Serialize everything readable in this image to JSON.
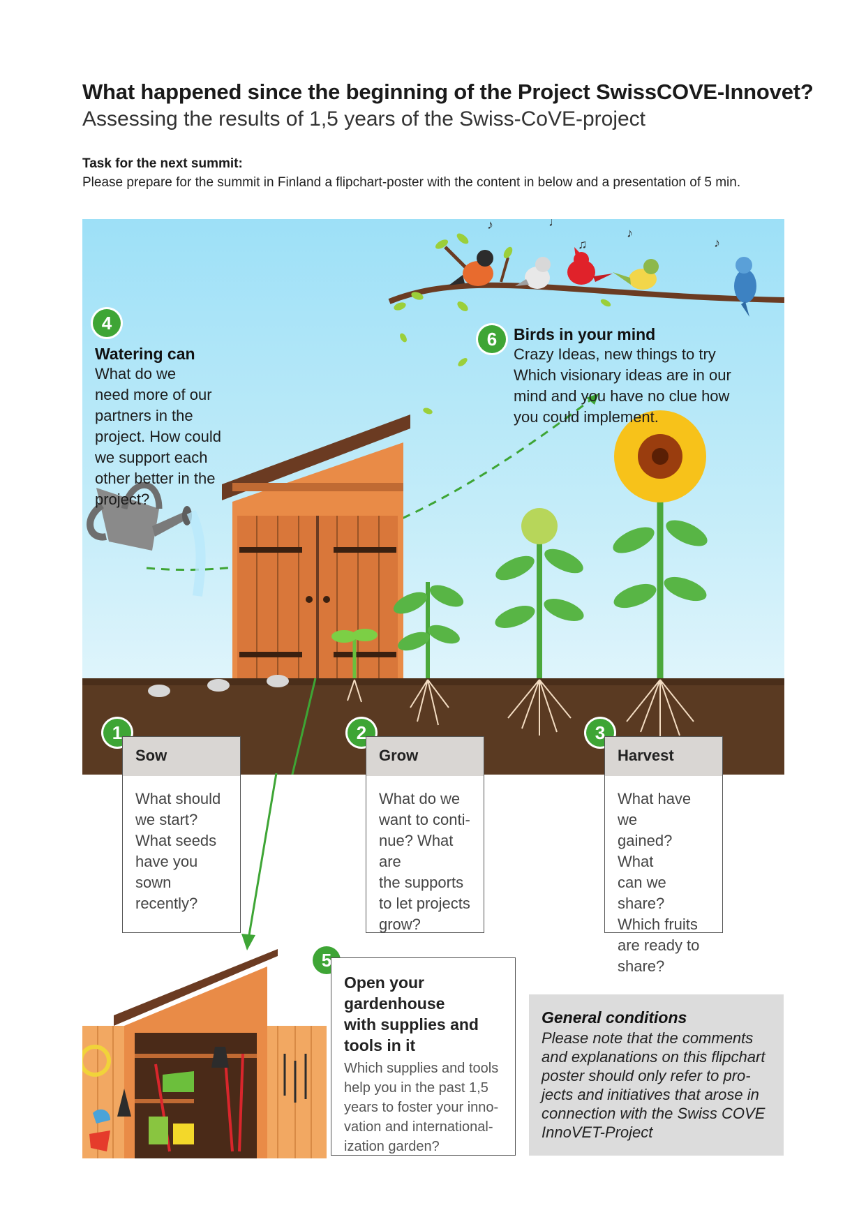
{
  "header": {
    "title": "What happened since the beginning of the Project SwissCOVE-Innovet?",
    "subtitle": "Assessing the results of 1,5 years of the Swiss-CoVE-project"
  },
  "task": {
    "heading": "Task for the next summit:",
    "text": "Please prepare for the summit in Finland a flipchart-poster with the content in below and a presentation of 5 min."
  },
  "watering": {
    "number": "4",
    "title": "Watering can",
    "lines": [
      "What do we",
      "need more of our",
      "partners in the",
      "project. How could",
      "we support each",
      "other better in the",
      "project?"
    ]
  },
  "birds": {
    "number": "6",
    "title": "Birds in your mind",
    "lines": [
      "Crazy Ideas, new things to try",
      "Which visionary ideas are in our",
      "mind and you have no clue how",
      "you could implement."
    ]
  },
  "stages": [
    {
      "number": "1",
      "title": "Sow",
      "lines": [
        "What should",
        "we start?",
        "What seeds",
        "have you sown",
        "recently?"
      ]
    },
    {
      "number": "2",
      "title": "Grow",
      "lines": [
        "What do we",
        "want to conti-",
        "nue? What are",
        "the supports",
        "to let projects",
        "grow?"
      ]
    },
    {
      "number": "3",
      "title": "Harvest",
      "lines": [
        "What have we",
        "gained? What",
        "can we share?",
        "Which fruits",
        "are ready to",
        "share?"
      ]
    }
  ],
  "gardenhouse": {
    "number": "5",
    "title_lines": [
      "Open your",
      "gardenhouse",
      "with supplies and",
      "tools in it"
    ],
    "lines": [
      "Which supplies and tools",
      "help you in the past 1,5",
      "years to foster your inno-",
      "vation and international-",
      "ization garden?"
    ]
  },
  "conditions": {
    "title": "General conditions",
    "lines": [
      "Please note that the comments",
      "and explanations on this flipchart",
      "poster should only refer to pro-",
      "jects and initiatives that arose in",
      "connection with the Swiss COVE",
      "InnoVET-Project"
    ]
  },
  "colors": {
    "accent_green": "#3ea535",
    "soil": "#5a3a22",
    "card_header": "#d9d6d3",
    "sky": "#9de0f7",
    "conditions_bg": "#dcdcdc"
  }
}
